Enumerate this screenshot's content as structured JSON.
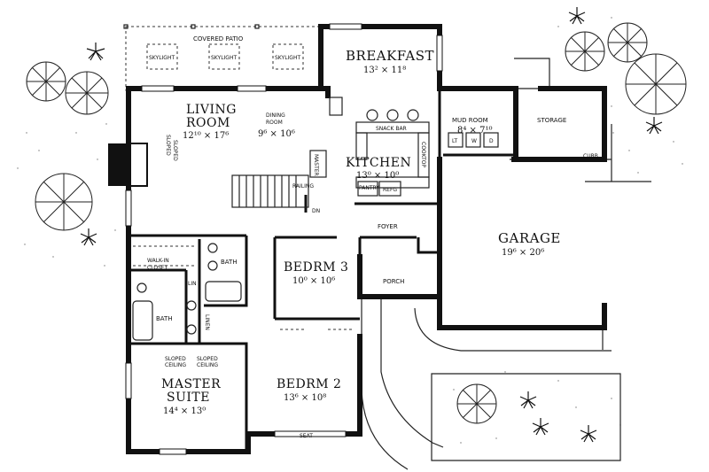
{
  "rooms": {
    "covered_patio": "COVERED PATIO",
    "skylight": "SKYLIGHT",
    "breakfast": {
      "name": "BREAKFAST",
      "dims": "13² × 11⁸"
    },
    "living_room": {
      "name": "LIVING ROOM",
      "line1": "LIVING",
      "line2": "ROOM",
      "dims": "12¹⁰ × 17⁶"
    },
    "dining_room": {
      "line1": "DINING",
      "line2": "ROOM",
      "dims": "9⁶ × 10⁶"
    },
    "snack_bar": "SNACK BAR",
    "mud_room": {
      "name": "MUD ROOM",
      "dims": "8⁴ × 7¹⁰"
    },
    "storage": "STORAGE",
    "curb": "CURB",
    "kitchen": {
      "name": "KITCHEN",
      "dims": "13⁰ × 10⁰"
    },
    "master": "MASTER",
    "refg": "REFG",
    "pantry": "PANTRY",
    "cooktop": "COOKTOP",
    "railing": "RAILING",
    "dn": "DN",
    "foyer": "FOYER",
    "garage": {
      "name": "GARAGE",
      "dims": "19⁶ × 20⁶"
    },
    "walk_in_closet": {
      "line1": "WALK-IN",
      "line2": "CLOSET"
    },
    "bath": "BATH",
    "lin": "LIN",
    "linen": "LINEN",
    "bedrm3": {
      "name": "BEDRM 3",
      "dims": "10⁰ × 10⁶"
    },
    "porch": "PORCH",
    "sloped_ceiling_line1": "SLOPED",
    "sloped_ceiling_line2": "CEILING",
    "master_suite": {
      "line1": "MASTER",
      "line2": "SUITE",
      "dims": "14⁴ × 13⁰"
    },
    "bedrm2": {
      "name": "BEDRM 2",
      "dims": "13⁶ × 10⁸"
    },
    "seat": "SEAT",
    "lt": "LT",
    "w": "W",
    "d": "D"
  }
}
